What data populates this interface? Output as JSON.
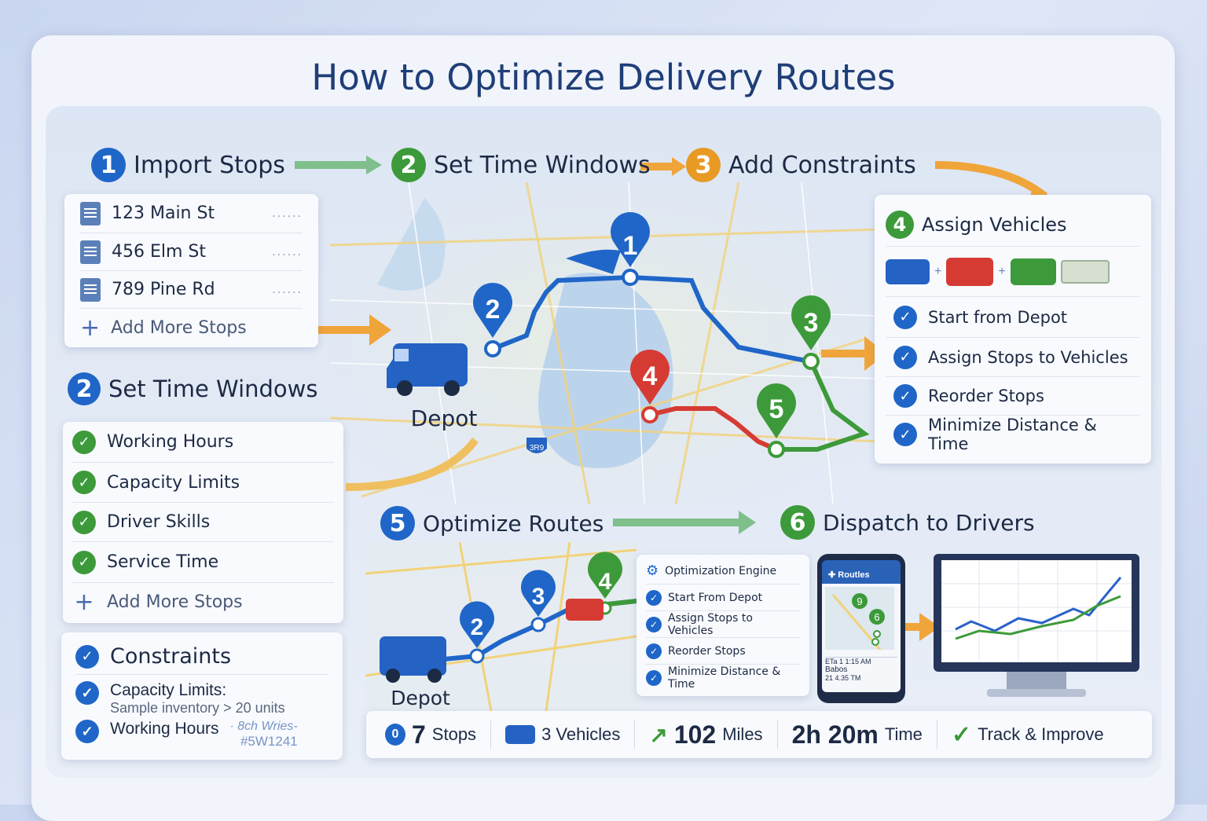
{
  "title": "How to Optimize Delivery Routes",
  "steps": [
    {
      "num": "1",
      "label": "Import Stops",
      "color": "#1f66c8"
    },
    {
      "num": "2",
      "label": "Set Time Windows",
      "color": "#3d9a3a"
    },
    {
      "num": "3",
      "label": "Add Constraints",
      "color": "#e89a24"
    },
    {
      "num": "4",
      "label": "Assign Vehicles",
      "color": "#3d9a3a"
    },
    {
      "num": "5",
      "label": "Optimize Routes",
      "color": "#1f66c8"
    },
    {
      "num": "6",
      "label": "Dispatch to Drivers",
      "color": "#3d9a3a"
    }
  ],
  "import_stops": {
    "items": [
      "123 Main St",
      "456 Elm St",
      "789 Pine Rd"
    ],
    "dots": "......",
    "add": "Add More Stops"
  },
  "time_windows": {
    "num": "2",
    "title": "Set Time Windows",
    "items": [
      "Working Hours",
      "Capacity Limits",
      "Driver Skills",
      "Service Time"
    ],
    "add": "Add More Stops"
  },
  "constraints": {
    "title": "Constraints",
    "items": [
      {
        "label": "Capacity Limits:",
        "sub": "Sample inventory > 20 units"
      },
      {
        "label": "Working Hours",
        "sub": "· 8ch Wries-",
        "sub2": "#5W1241"
      }
    ]
  },
  "map": {
    "depot": "Depot",
    "pins": [
      "1",
      "2",
      "3",
      "4",
      "5"
    ],
    "shield": "3R9"
  },
  "assign_vehicles": {
    "items": [
      "Start from Depot",
      "Assign Stops to Vehicles",
      "Reorder Stops",
      "Minimize Distance & Time"
    ]
  },
  "optimize": {
    "depot": "Depot",
    "pins": [
      "2",
      "3",
      "4"
    ],
    "engine_title": "Optimization Engine",
    "engine_items": [
      "Start From Depot",
      "Assign Stops to Vehicles",
      "Reorder Stops",
      "Minimize Distance & Time"
    ]
  },
  "phone": {
    "header": "Routles",
    "pins": [
      "9",
      "6"
    ],
    "eta": "ETa 1 1:15 AM",
    "name": "Babos",
    "code": "21 4.35 TM"
  },
  "stats": {
    "stops_icon": "0",
    "stops": "7",
    "stops_label": "Stops",
    "vehicles": "3 Vehicles",
    "miles": "102",
    "miles_label": "Miles",
    "time": "2h 20m",
    "time_label": "Time",
    "track": "Track & Improve"
  },
  "colors": {
    "blue": "#1f66c8",
    "green": "#3d9a3a",
    "orange": "#e89a24",
    "red": "#d63b33"
  }
}
